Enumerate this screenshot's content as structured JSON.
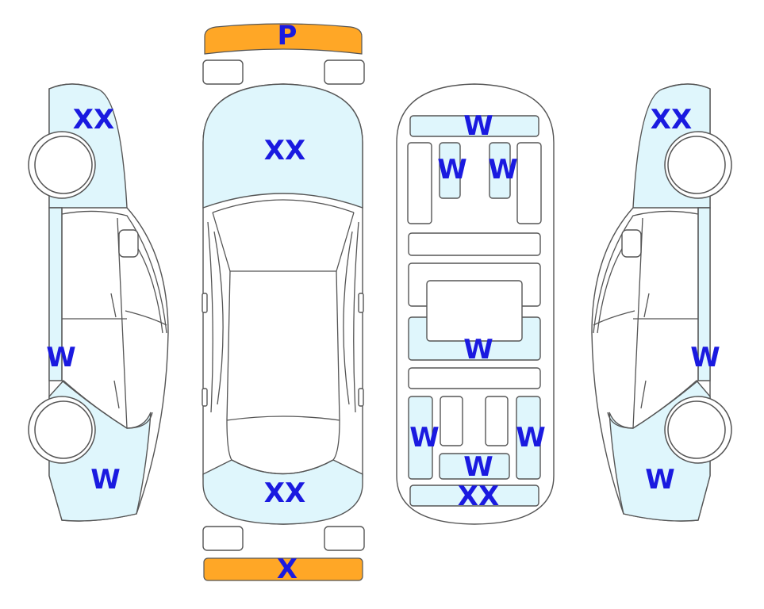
{
  "colors": {
    "code_text": "#1a1ae0",
    "panel_fill": "#dff6fc",
    "bumper_fill": "#ffa726",
    "outline": "#555555"
  },
  "marks": {
    "front_bumper": "P",
    "rear_bumper": "X",
    "hood": "XX",
    "trunk": "XX",
    "roof_front_rail": "W",
    "roof_front_left_pillar": "W",
    "roof_front_right_pillar": "W",
    "roof_center": "W",
    "roof_rear_left": "W",
    "roof_rear_right": "W",
    "roof_rear_center": "W",
    "roof_rear_rail": "XX",
    "left_front_fender": "XX",
    "left_rocker": "W",
    "left_rear_quarter": "W",
    "right_front_fender": "XX",
    "right_rocker": "W",
    "right_rear_quarter": "W"
  }
}
